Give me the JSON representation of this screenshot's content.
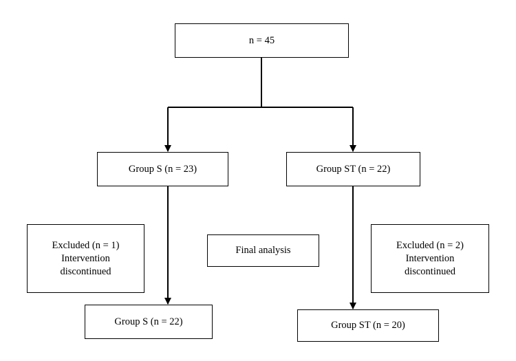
{
  "diagram": {
    "total": {
      "label": "n = 45"
    },
    "group_s": {
      "label": "Group S (n = 23)"
    },
    "group_st": {
      "label": "Group ST (n = 22)"
    },
    "excluded_s": {
      "line1": "Excluded (n = 1)",
      "line2": "Intervention",
      "line3": "discontinued"
    },
    "final_analysis": {
      "label": "Final analysis"
    },
    "excluded_st": {
      "line1": "Excluded (n = 2)",
      "line2": "Intervention",
      "line3": "discontinued"
    },
    "final_s": {
      "label": "Group S (n = 22)"
    },
    "final_st": {
      "label": "Group ST (n = 20)"
    }
  }
}
